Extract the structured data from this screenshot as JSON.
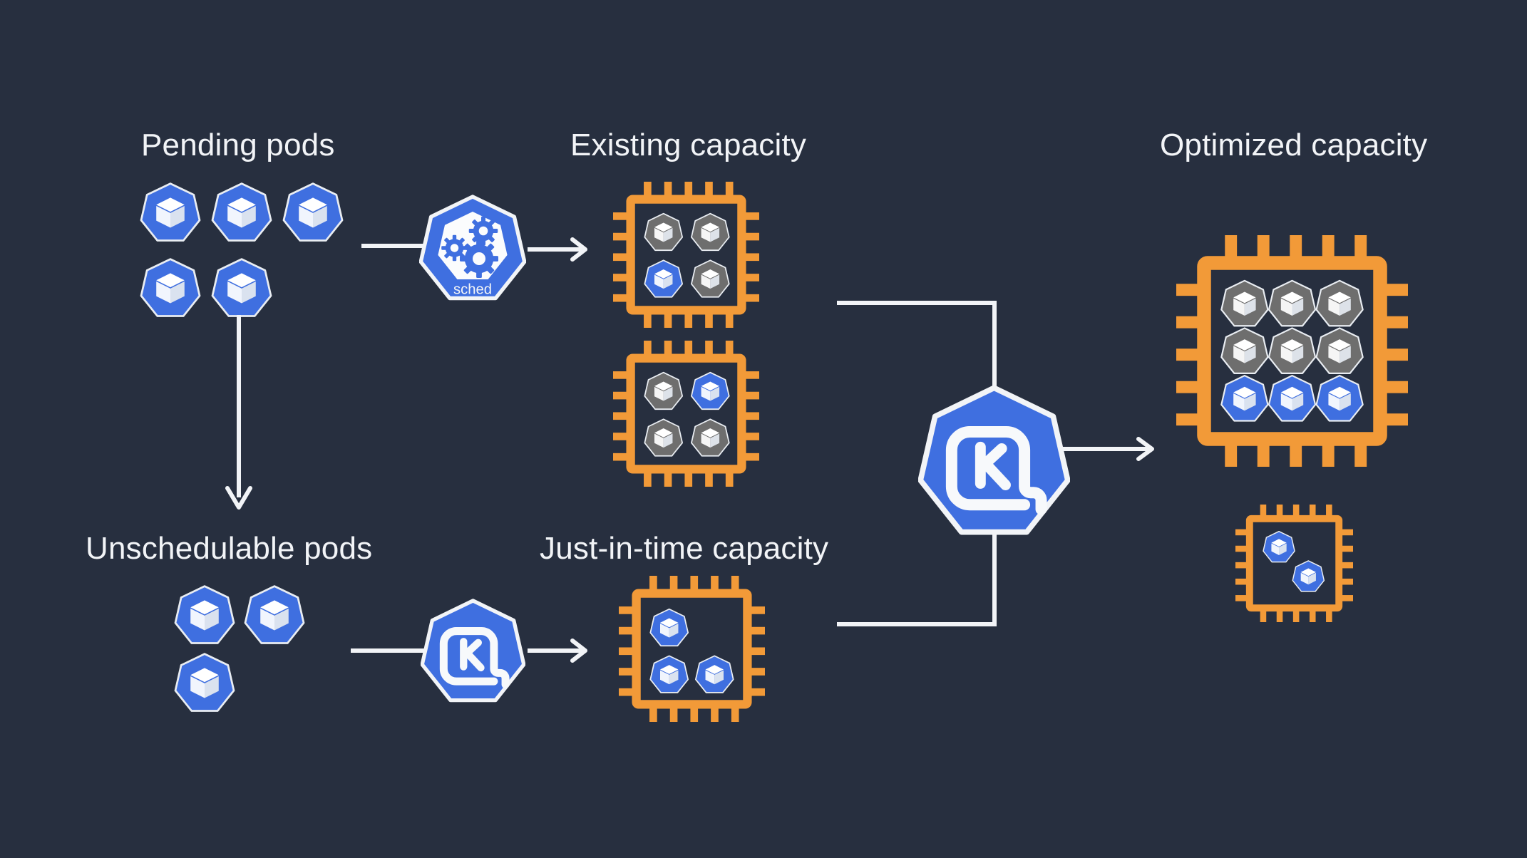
{
  "diagram": {
    "title": "Karpenter just-in-time capacity and consolidation flow",
    "background_color": "#272f3f",
    "colors": {
      "background": "#272f3f",
      "pod_blue": "#3f6fe0",
      "pod_blue_light": "#4a7ae8",
      "pod_gray": "#6e6e6e",
      "chip_orange": "#f29a38",
      "line_white": "#f2f4f7",
      "text_white": "#f2f4f7",
      "chip_interior": "#272f3f"
    },
    "labels": {
      "pending_pods": "Pending pods",
      "existing_capacity": "Existing capacity",
      "optimized_capacity": "Optimized capacity",
      "unschedulable_pods": "Unschedulable pods",
      "jit_capacity": "Just-in-time capacity"
    },
    "icons": {
      "scheduler_caption": "sched",
      "scheduler_name": "kube-scheduler-gears-icon",
      "karpenter_letter": "K",
      "karpenter_name": "karpenter-logo-icon",
      "pod_name": "kubernetes-pod-icon",
      "chip_name": "cpu-chip-icon",
      "arrow_name": "arrow-right-icon",
      "down_arrow_name": "arrow-down-icon"
    },
    "groups": {
      "pending_pods": {
        "label": "Pending pods",
        "count": 5,
        "rows": [
          {
            "pods": [
              "blue",
              "blue",
              "blue"
            ]
          },
          {
            "pods": [
              "blue",
              "blue"
            ]
          }
        ]
      },
      "unschedulable_pods": {
        "label": "Unschedulable pods",
        "count": 3,
        "rows": [
          {
            "pods": [
              "blue",
              "blue"
            ]
          },
          {
            "pods": [
              "blue"
            ]
          }
        ]
      }
    },
    "chips": [
      {
        "id": "existing-capacity-node-1",
        "group": "existing_capacity",
        "size": "medium",
        "grid": [
          2,
          2
        ],
        "pods": [
          "gray",
          "gray",
          "blue",
          "gray"
        ],
        "pod_count": 4,
        "blue_count": 1,
        "gray_count": 3
      },
      {
        "id": "existing-capacity-node-2",
        "group": "existing_capacity",
        "size": "medium",
        "grid": [
          2,
          2
        ],
        "pods": [
          "gray",
          "blue",
          "gray",
          "gray"
        ],
        "pod_count": 4,
        "blue_count": 1,
        "gray_count": 3
      },
      {
        "id": "jit-capacity-node",
        "group": "jit_capacity",
        "size": "medium",
        "grid": [
          2,
          2
        ],
        "pods": [
          "blue",
          "",
          "blue",
          "blue"
        ],
        "pod_count": 3,
        "blue_count": 3,
        "gray_count": 0
      },
      {
        "id": "optimized-capacity-node-large",
        "group": "optimized_capacity",
        "size": "large",
        "grid": [
          3,
          3
        ],
        "pods": [
          "gray",
          "gray",
          "gray",
          "gray",
          "gray",
          "gray",
          "blue",
          "blue",
          "blue"
        ],
        "pod_count": 9,
        "blue_count": 3,
        "gray_count": 6
      },
      {
        "id": "optimized-capacity-node-small",
        "group": "optimized_capacity",
        "size": "small",
        "grid": [
          2,
          2
        ],
        "pods": [
          "blue",
          "",
          "",
          "blue"
        ],
        "pod_count": 2,
        "blue_count": 2,
        "gray_count": 0
      }
    ],
    "connectors": [
      {
        "id": "pending-to-scheduler",
        "from": "pending_pods",
        "to": "scheduler",
        "direction": "right"
      },
      {
        "id": "scheduler-to-existing",
        "from": "scheduler",
        "to": "existing_capacity",
        "direction": "right"
      },
      {
        "id": "pending-to-unschedulable",
        "from": "pending_pods",
        "to": "unschedulable_pods",
        "direction": "down"
      },
      {
        "id": "unschedulable-to-karpenter",
        "from": "unschedulable_pods",
        "to": "karpenter_jit",
        "direction": "right"
      },
      {
        "id": "karpenter-jit-to-capacity",
        "from": "karpenter_jit",
        "to": "jit_capacity",
        "direction": "right"
      },
      {
        "id": "existing-to-karpenter-consolidation",
        "from": "existing_capacity",
        "to": "karpenter_consolidation",
        "direction": "elbow-down"
      },
      {
        "id": "jit-to-karpenter-consolidation",
        "from": "jit_capacity",
        "to": "karpenter_consolidation",
        "direction": "elbow-up"
      },
      {
        "id": "karpenter-to-optimized",
        "from": "karpenter_consolidation",
        "to": "optimized_capacity",
        "direction": "right"
      }
    ]
  }
}
